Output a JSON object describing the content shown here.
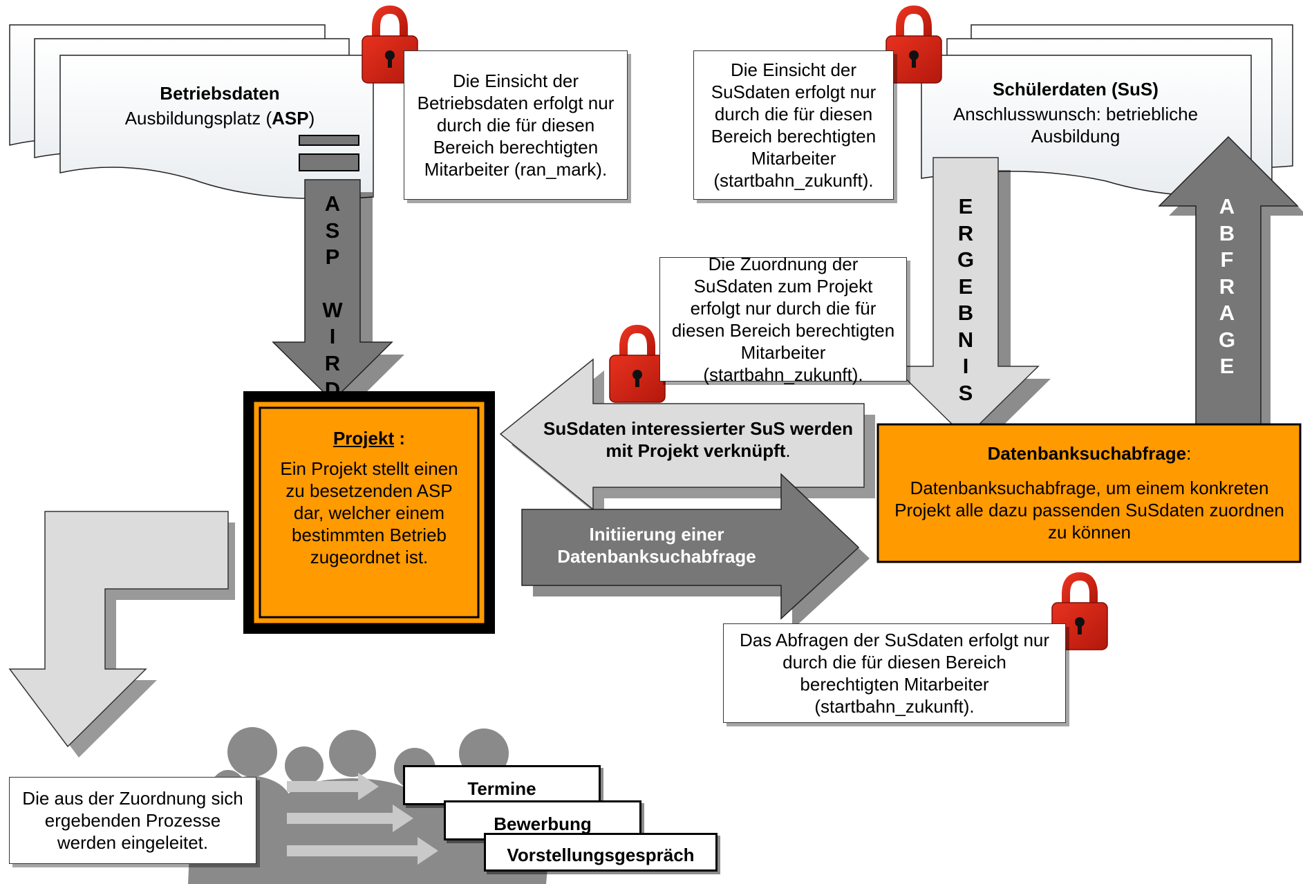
{
  "betriebsdaten": {
    "title": "Betriebsdaten",
    "subtitle_prefix": "Ausbildungsplatz (",
    "subtitle_bold": "ASP",
    "subtitle_suffix": ")"
  },
  "schuelerdaten": {
    "title": "Schülerdaten (SuS)",
    "line1": "Anschlusswunsch: betriebliche",
    "line2": "Ausbildung"
  },
  "notes": {
    "einsicht_betrieb": "Die Einsicht der Betriebsdaten erfolgt nur durch die für diesen Bereich berechtigten Mitarbeiter (ran_mark).",
    "einsicht_sus": "Die Einsicht der SuSdaten erfolgt nur durch die für diesen Bereich berechtigten Mitarbeiter (startbahn_zukunft).",
    "zuordnung": "Die Zuordnung der SuSdaten zum Projekt erfolgt nur durch die für diesen Bereich berechtigten Mitarbeiter (startbahn_zukunft).",
    "abfragen": "Das Abfragen der SuSdaten erfolgt nur durch die für diesen Bereich berechtigten Mitarbeiter (startbahn_zukunft).",
    "prozesse": "Die aus der Zuordnung sich ergebenden Prozesse werden eingeleitet."
  },
  "arrows": {
    "asp_wird": [
      "A",
      "S",
      "P",
      "",
      "W",
      "I",
      "R",
      "D"
    ],
    "ergebnis": [
      "E",
      "R",
      "G",
      "E",
      "B",
      "N",
      "I",
      "S"
    ],
    "abfrage": [
      "A",
      "B",
      "F",
      "R",
      "A",
      "G",
      "E"
    ],
    "verknuepft": "SuSdaten interessierter SuS werden mit Projekt verknüpft",
    "verknuepft_end": ".",
    "initiierung_line1": "Initiierung einer",
    "initiierung_line2": "Datenbanksuchabfrage"
  },
  "projekt": {
    "title": "Projekt",
    "title_suffix": " :",
    "text": "Ein Projekt stellt einen zu besetzenden ASP dar, welcher einem bestimmten Betrieb zugeordnet ist."
  },
  "datenbank": {
    "title": "Datenbanksuchabfrage",
    "title_suffix": ":",
    "text": "Datenbanksuchabfrage, um einem konkreten Projekt alle dazu passenden SuSdaten zuordnen zu können"
  },
  "prozess_tags": [
    "Termine",
    "Bewerbung",
    "Vorstellungsgespräch"
  ],
  "colors": {
    "lock_red": "#cc1f12",
    "orange": "#ff9a00",
    "arrow_dark": "#777777",
    "arrow_light": "#dcdcdc",
    "silhouette": "#8a8a8a"
  },
  "icons": [
    "lock-icon",
    "document-stack-icon",
    "people-silhouette-icon"
  ]
}
